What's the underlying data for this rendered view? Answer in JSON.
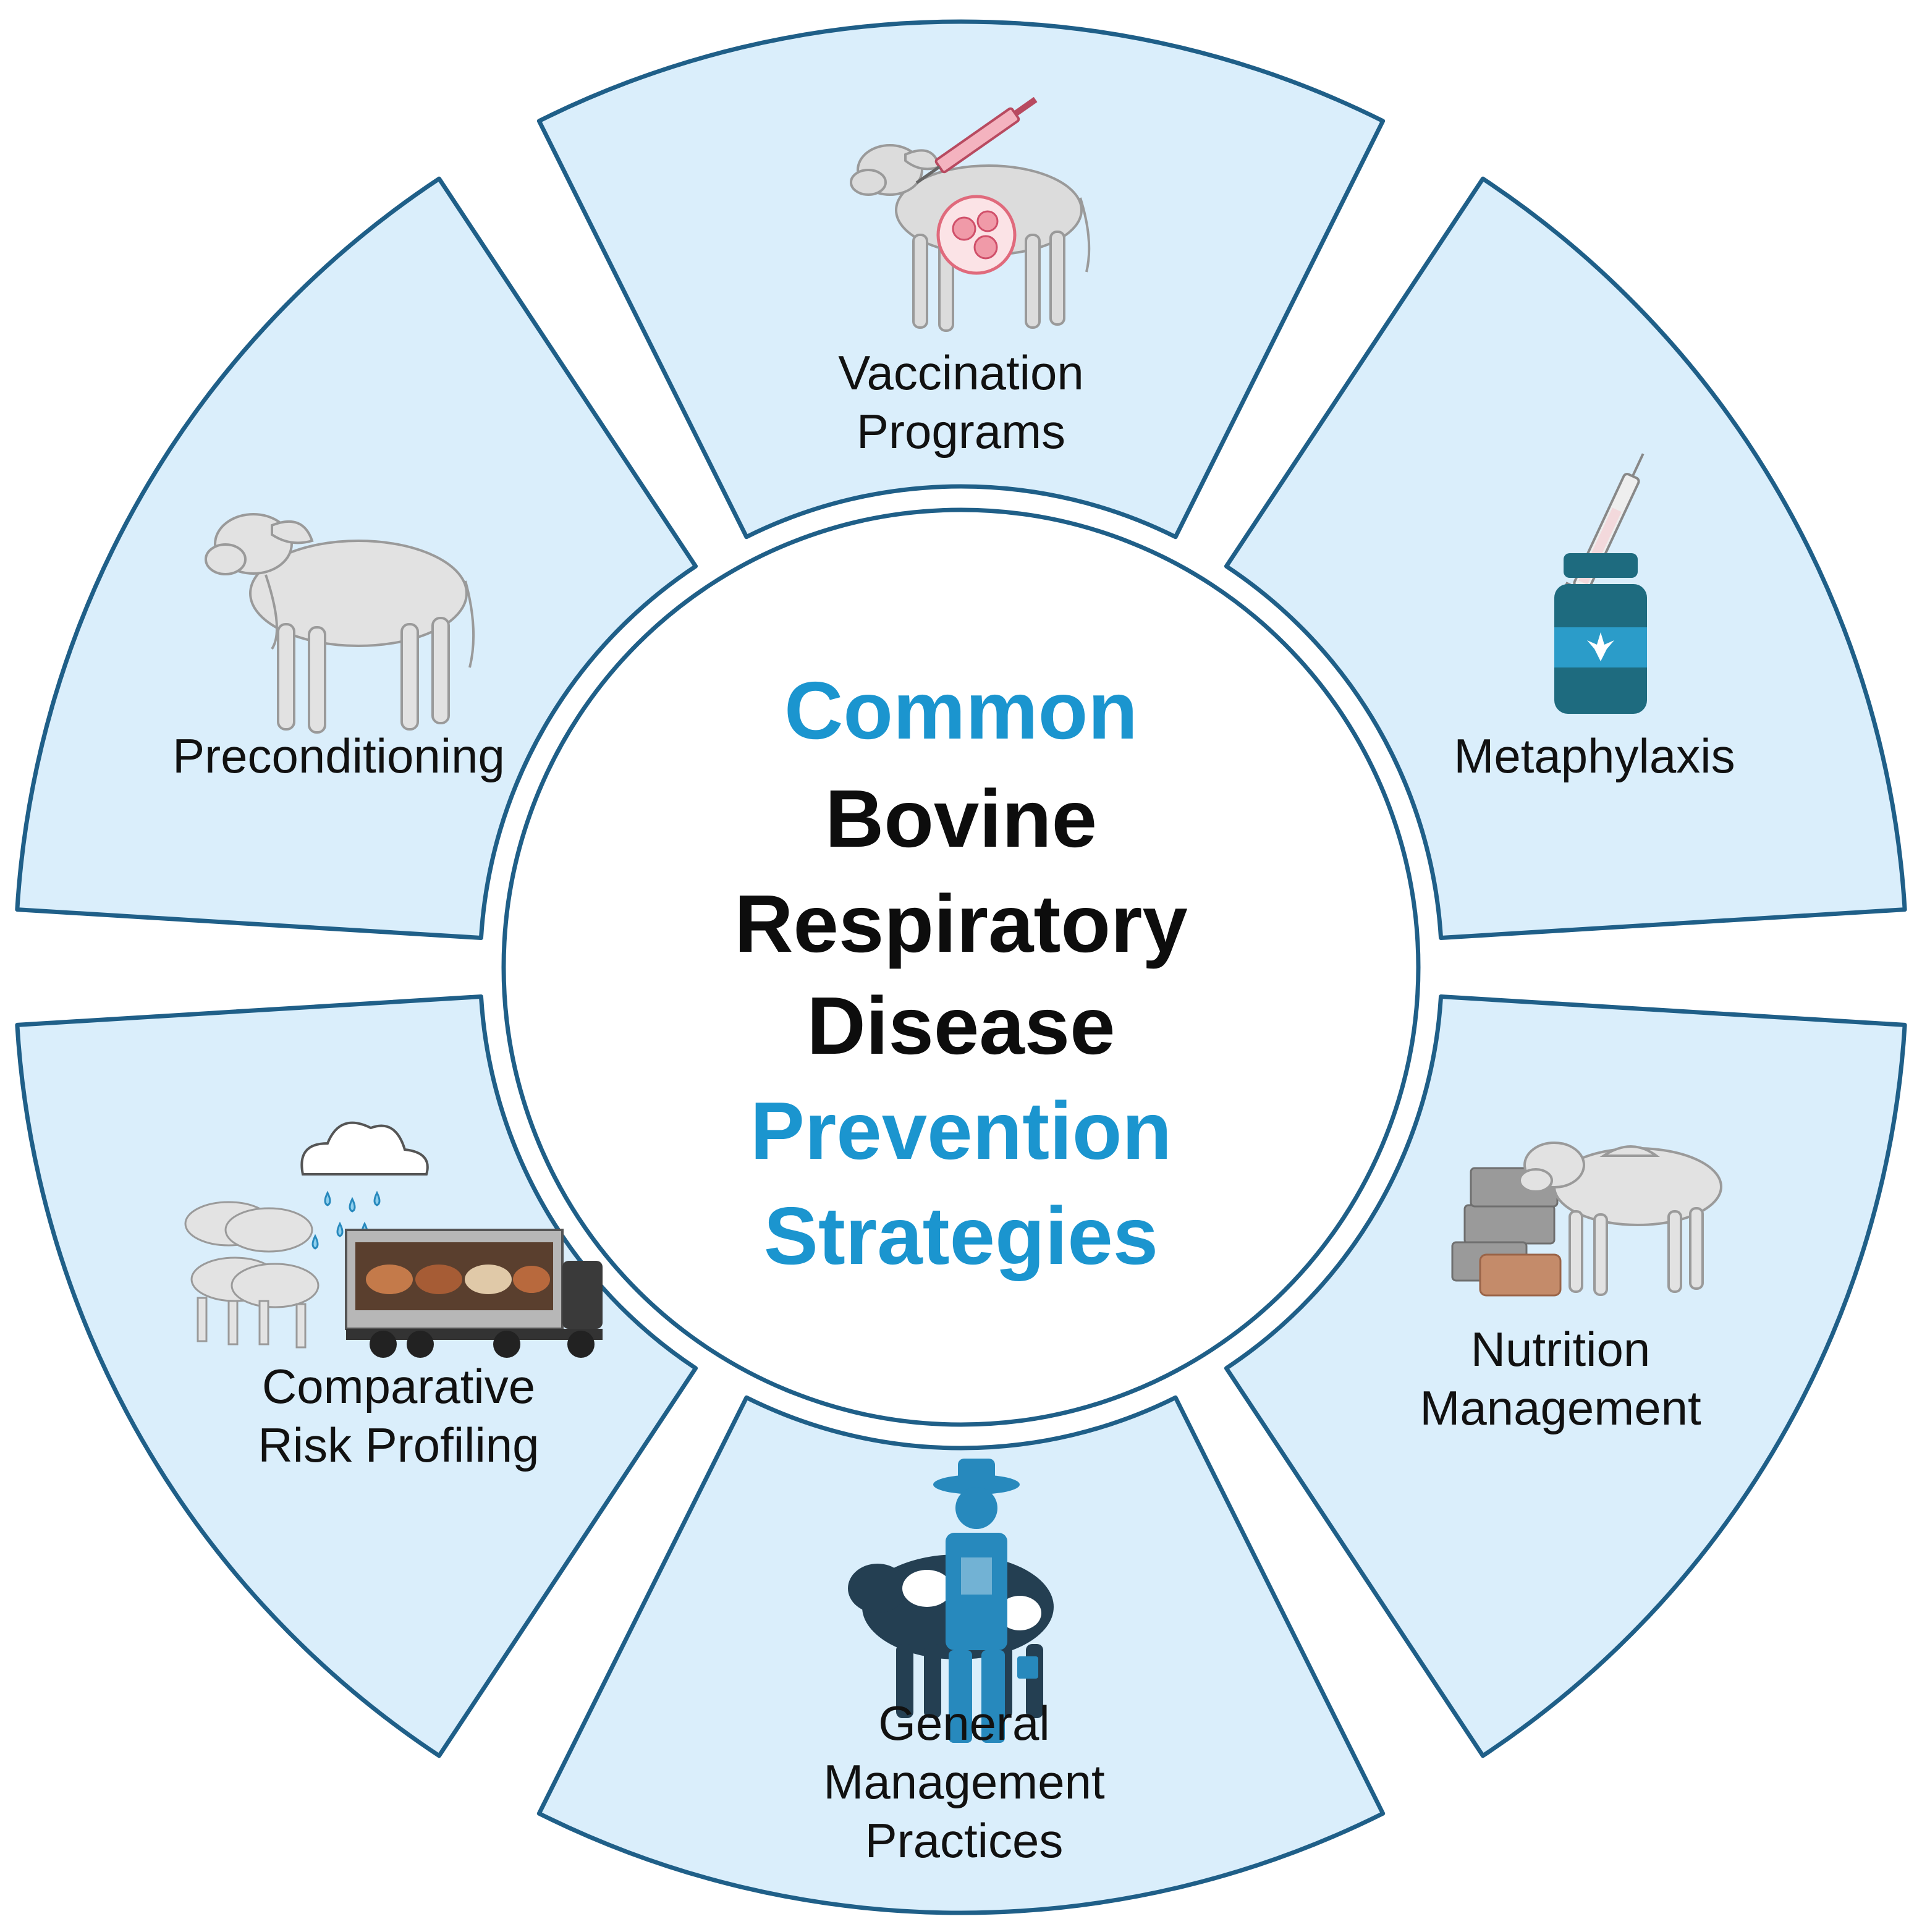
{
  "title_lines": [
    {
      "text": "Common",
      "color": "#1b95cf"
    },
    {
      "text": "Bovine",
      "color": "#0d0d0d"
    },
    {
      "text": "Respiratory",
      "color": "#0d0d0d"
    },
    {
      "text": "Disease",
      "color": "#0d0d0d"
    },
    {
      "text": "Prevention",
      "color": "#1b95cf"
    },
    {
      "text": "Strategies",
      "color": "#1b95cf"
    }
  ],
  "segments": [
    {
      "id": "vaccination",
      "lines": [
        "Vaccination",
        "Programs"
      ],
      "icon": "calf-vaccination-icon"
    },
    {
      "id": "metaphylaxis",
      "lines": [
        "Metaphylaxis"
      ],
      "icon": "medicine-bottle-syringe-icon"
    },
    {
      "id": "nutrition",
      "lines": [
        "Nutrition",
        "Management"
      ],
      "icon": "cattle-hay-bales-icon"
    },
    {
      "id": "general",
      "lines": [
        "General",
        "Management",
        "Practices"
      ],
      "icon": "farmer-cow-icon"
    },
    {
      "id": "risk",
      "lines": [
        "Comparative",
        "Risk Profiling"
      ],
      "icon": "calves-rain-truck-icon"
    },
    {
      "id": "preconditioning",
      "lines": [
        "Preconditioning"
      ],
      "icon": "calf-icon"
    }
  ],
  "colors": {
    "segment_fill": "#daeefb",
    "segment_stroke": "#1f5f88",
    "accent_blue": "#1b95cf",
    "icon_teal": "#1e6b7f",
    "icon_blue": "#2789bd"
  }
}
